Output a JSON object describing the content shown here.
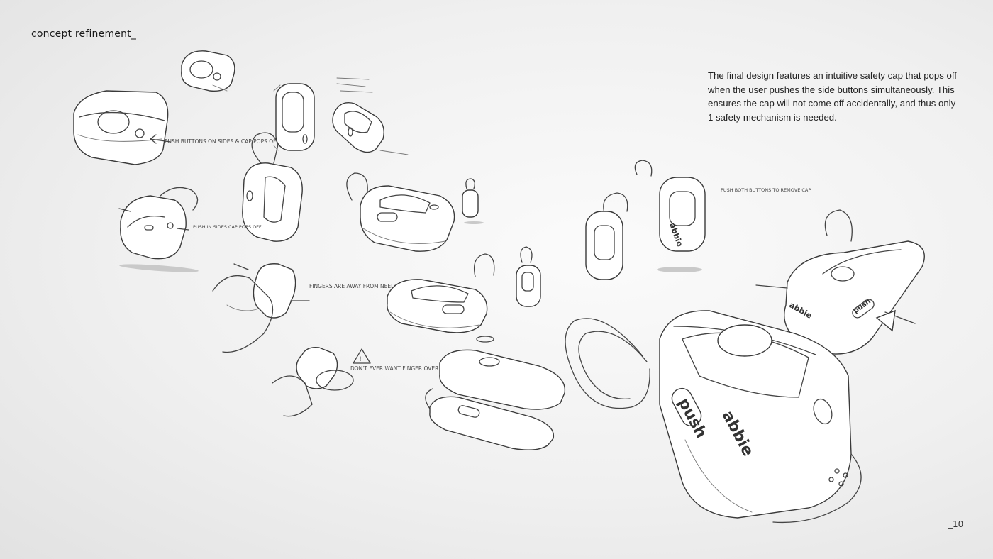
{
  "page": {
    "title": "concept refinement_",
    "description": "The final design features an intuitive safety cap that pops off when the user pushes the side buttons simultaneously. This ensures the cap will not come off accidentally, and thus only 1 safety mechanism is needed.",
    "page_number": "_10"
  },
  "annotations": {
    "push_buttons_sides": "PUSH BUTTONS ON SIDES & CAP POPS OFF",
    "push_in_sides": "PUSH IN SIDES CAP POPS OFF",
    "fingers_away": "FINGERS ARE AWAY FROM NEEDLE LOCATION",
    "dont_want_finger": "DON'T EVER WANT FINGER OVER THE NEEDLE LOCATION",
    "push_both_buttons": "PUSH BOTH BUTTONS TO REMOVE CAP"
  },
  "device_labels": {
    "push": "push",
    "brand": "abbie"
  }
}
